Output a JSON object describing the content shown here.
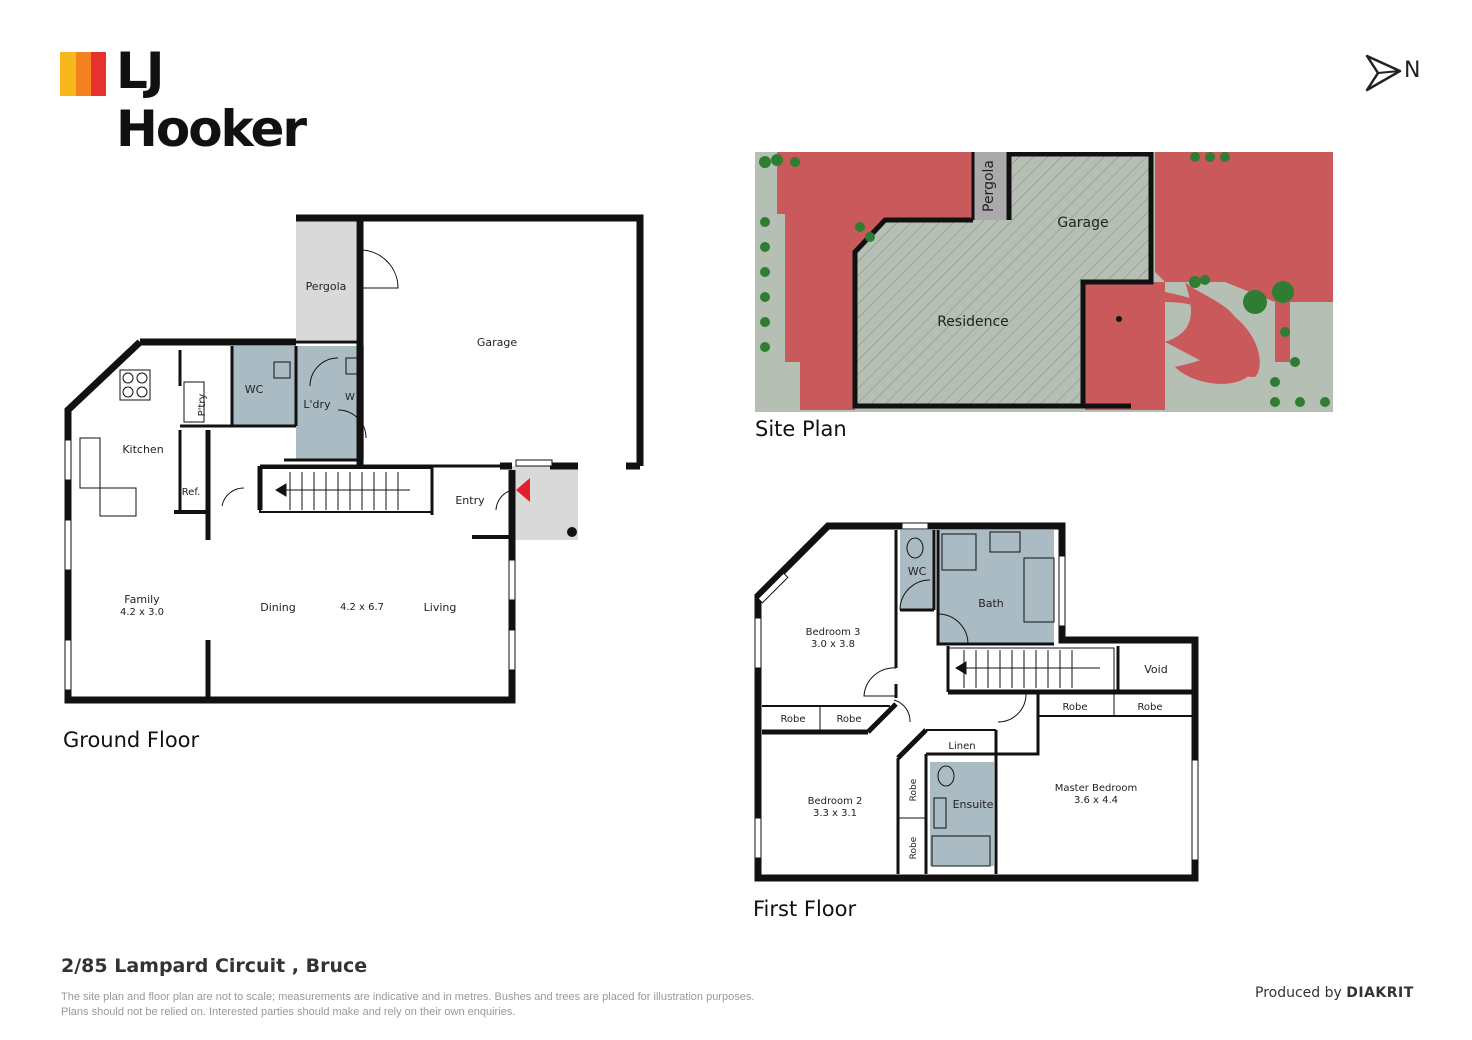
{
  "brand": {
    "name": "LJ Hooker",
    "colors": [
      "#f6b81c",
      "#f58220",
      "#e6312e"
    ]
  },
  "compass": {
    "label": "N",
    "icon": "north-arrow-icon"
  },
  "site_plan": {
    "title": "Site Plan",
    "labels": {
      "pergola": "Pergola",
      "garage": "Garage",
      "residence": "Residence"
    },
    "colors": {
      "paving": "#c9595b",
      "lawn": "#b6bfb3",
      "building_hatch": "#888888"
    }
  },
  "ground_floor": {
    "title": "Ground Floor",
    "rooms": {
      "pergola": "Pergola",
      "garage": "Garage",
      "wc": "WC",
      "pantry": "P'try",
      "laundry": "L'dry",
      "washer": "W",
      "kitchen": "Kitchen",
      "fridge": "Ref.",
      "entry": "Entry",
      "family_name": "Family",
      "family_dim": "4.2 x 3.0",
      "dining": "Dining",
      "living_dim": "4.2 x 6.7",
      "living": "Living"
    }
  },
  "first_floor": {
    "title": "First Floor",
    "rooms": {
      "wc": "WC",
      "bath": "Bath",
      "bed3_name": "Bedroom 3",
      "bed3_dim": "3.0 x 3.8",
      "void": "Void",
      "robe": "Robe",
      "linen": "Linen",
      "bed2_name": "Bedroom 2",
      "bed2_dim": "3.3 x 3.1",
      "ensuite": "Ensuite",
      "master_name": "Master Bedroom",
      "master_dim": "3.6 x 4.4"
    },
    "colors": {
      "wet_area": "#aabbc4"
    }
  },
  "footer": {
    "address": "2/85 Lampard Circuit , Bruce",
    "disclaimer_line1": "The site plan and floor plan are not to scale; measurements are indicative and in metres. Bushes and trees are placed for illustration purposes.",
    "disclaimer_line2": "Plans should not be relied on. Interested parties should make and rely on their own enquiries.",
    "produced_prefix": "Produced by",
    "produced_brand": "DIAKRIT"
  }
}
